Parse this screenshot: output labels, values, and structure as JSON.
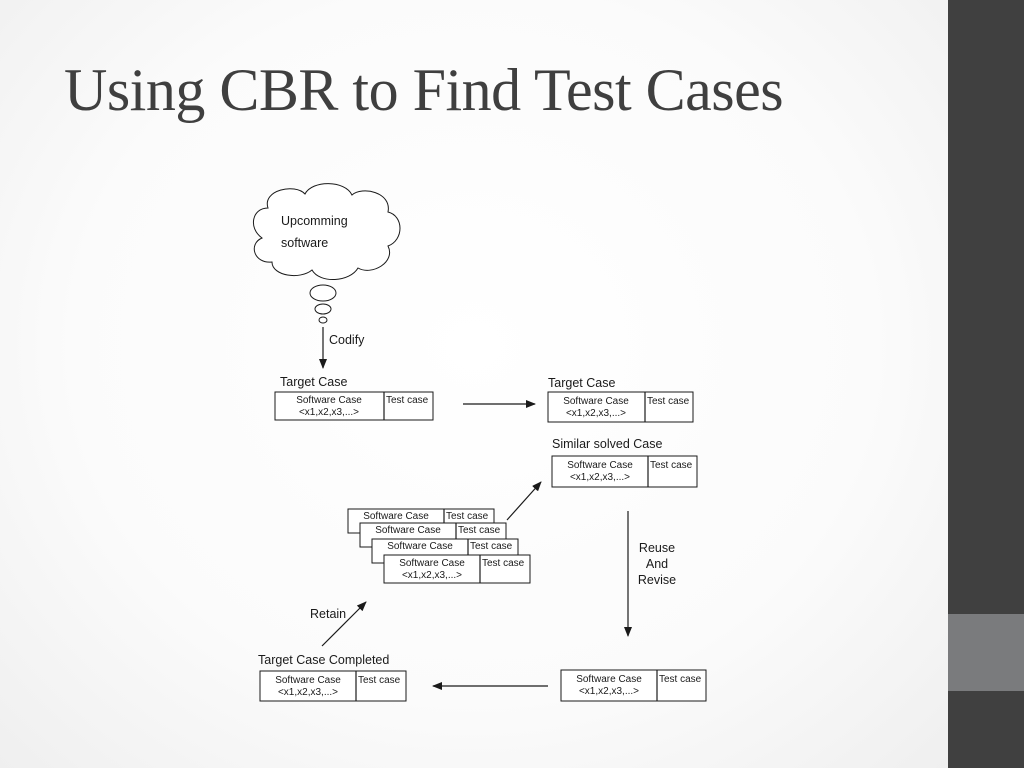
{
  "slide": {
    "title": "Using CBR to Find Test Cases"
  },
  "diagram": {
    "cloud_line1": "Upcomming",
    "cloud_line2": "software",
    "codify": "Codify",
    "target_case_1": "Target Case",
    "target_case_2": "Target Case",
    "similar_solved": "Similar solved Case",
    "reuse": "Reuse",
    "and": "And",
    "revise": "Revise",
    "retain": "Retain",
    "completed": "Target Case Completed",
    "cell_sw": "Software Case",
    "cell_vec": "<x1,x2,x3,...>",
    "cell_tc": "Test case"
  },
  "colors": {
    "sidebar": "#404040",
    "sidebar_accent": "#7a7b7d",
    "title": "#3f3f3f"
  }
}
